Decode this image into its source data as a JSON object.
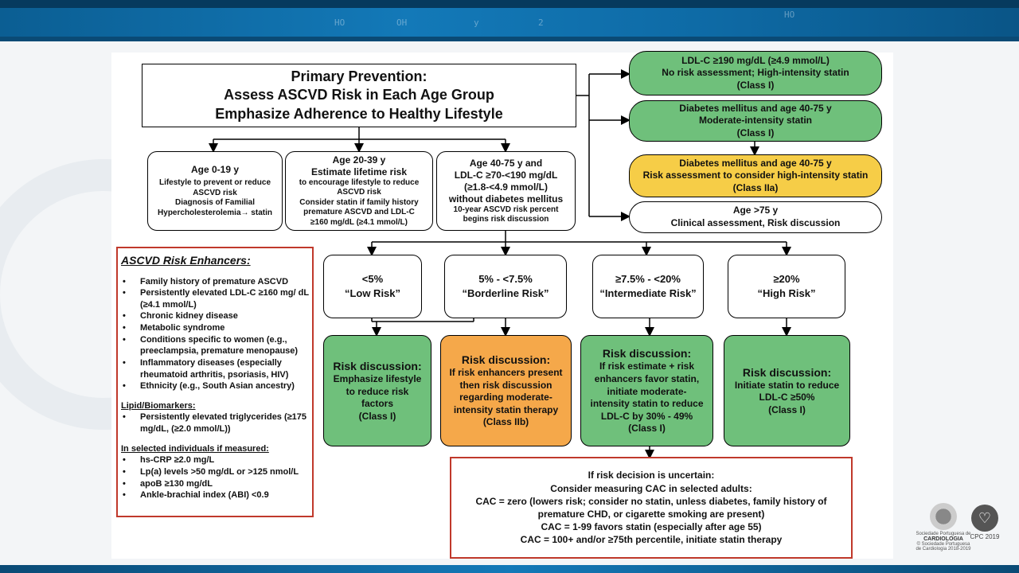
{
  "title": {
    "line1": "Primary Prevention:",
    "line2": "Assess ASCVD Risk in Each Age Group",
    "line3": "Emphasize Adherence to Healthy Lifestyle"
  },
  "age_groups": [
    {
      "heading": "Age 0-19 y",
      "lines": [
        "Lifestyle to prevent or reduce",
        "ASCVD risk",
        "Diagnosis of Familial",
        "Hypercholesterolemia→ statin"
      ]
    },
    {
      "heading": "Age 20-39 y",
      "subheading": "Estimate lifetime risk",
      "lines": [
        "to encourage lifestyle to reduce",
        "ASCVD risk",
        "Consider statin if family history",
        "premature ASCVD and LDL-C",
        "≥160 mg/dL (≥4.1 mmol/L)"
      ]
    },
    {
      "heading": "Age 40-75 y and",
      "heading2": "LDL-C ≥70-<190 mg/dL",
      "heading3": "(≥1.8-<4.9 mmol/L)",
      "heading4": "without diabetes mellitus",
      "lines": [
        "10-year ASCVD risk percent",
        "begins risk discussion"
      ]
    }
  ],
  "right_column": [
    {
      "line1": "LDL-C ≥190 mg/dL (≥4.9 mmol/L)",
      "line2": "No risk assessment; High-intensity statin",
      "line3": "(Class I)",
      "color": "#6fc07b"
    },
    {
      "line1": "Diabetes mellitus and age 40-75 y",
      "line2": "Moderate-intensity statin",
      "line3": "(Class I)",
      "color": "#6fc07b"
    },
    {
      "line1": "Diabetes mellitus and age 40-75 y",
      "line2": "Risk assessment to consider high-intensity statin",
      "line3": "(Class IIa)",
      "color": "#f6cd47"
    },
    {
      "line1": "Age >75 y",
      "line2": "Clinical assessment, Risk discussion",
      "color": "#ffffff"
    }
  ],
  "risk_categories": [
    {
      "range": "<5%",
      "label": "“Low Risk”"
    },
    {
      "range": "5% - <7.5%",
      "label": "“Borderline Risk”"
    },
    {
      "range": "≥7.5% - <20%",
      "label": "“Intermediate Risk”"
    },
    {
      "range": "≥20%",
      "label": "“High Risk”"
    }
  ],
  "discussions": [
    {
      "heading": "Risk discussion:",
      "lines": [
        "Emphasize lifestyle",
        "to reduce risk",
        "factors",
        "(Class I)"
      ],
      "color": "#6fc07b"
    },
    {
      "heading": "Risk discussion:",
      "lines": [
        "If risk enhancers present",
        "then risk discussion",
        "regarding moderate-",
        "intensity statin therapy",
        "(Class IIb)"
      ],
      "color": "#f5a84a"
    },
    {
      "heading": "Risk discussion:",
      "lines": [
        "If risk estimate + risk",
        "enhancers favor statin,",
        "initiate moderate-",
        "intensity statin to reduce",
        "LDL-C by 30% - 49%",
        "(Class I)"
      ],
      "color": "#6fc07b"
    },
    {
      "heading": "Risk discussion:",
      "lines": [
        "Initiate statin to reduce",
        "LDL-C ≥50%",
        "(Class I)"
      ],
      "color": "#6fc07b"
    }
  ],
  "enhancers": {
    "title": "ASCVD Risk Enhancers:",
    "items": [
      "Family history of premature ASCVD",
      "Persistently elevated LDL-C ≥160 mg/ dL (≥4.1 mmol/L)",
      "Chronic kidney disease",
      "Metabolic syndrome",
      "Conditions specific to women (e.g., preeclampsia, premature menopause)",
      "Inflammatory diseases (especially rheumatoid arthritis, psoriasis, HIV)",
      "Ethnicity (e.g., South Asian ancestry)"
    ],
    "lipid_title": "Lipid/Biomarkers:",
    "lipid_items": [
      "Persistently elevated triglycerides (≥175 mg/dL,  (≥2.0 mmol/L))"
    ],
    "selected_title": "In selected individuals if measured:",
    "selected_items": [
      "hs-CRP ≥2.0 mg/L",
      "Lp(a) levels >50 mg/dL or >125 nmol/L",
      "apoB ≥130 mg/dL",
      "Ankle-brachial index (ABI) <0.9"
    ]
  },
  "cac": {
    "line1": "If risk decision is uncertain:",
    "line2": "Consider measuring CAC in selected adults:",
    "line3": "CAC = zero (lowers risk; consider no statin, unless diabetes, family history of",
    "line4": "premature CHD, or cigarette smoking are present)",
    "line5": "CAC = 1-99 favors statin (especially after age 55)",
    "line6": "CAC = 100+ and/or ≥75th percentile, initiate statin therapy"
  },
  "logos": {
    "society": "Sociedade Portuguesa de",
    "society_name": "CARDIOLOGIA",
    "copyright": "© Sociedade Portuguesa de Cardiologia 2018-2019",
    "event": "CPC 2019"
  },
  "banner_formulas": [
    "HO",
    "OH",
    "HO",
    "y",
    "2"
  ]
}
